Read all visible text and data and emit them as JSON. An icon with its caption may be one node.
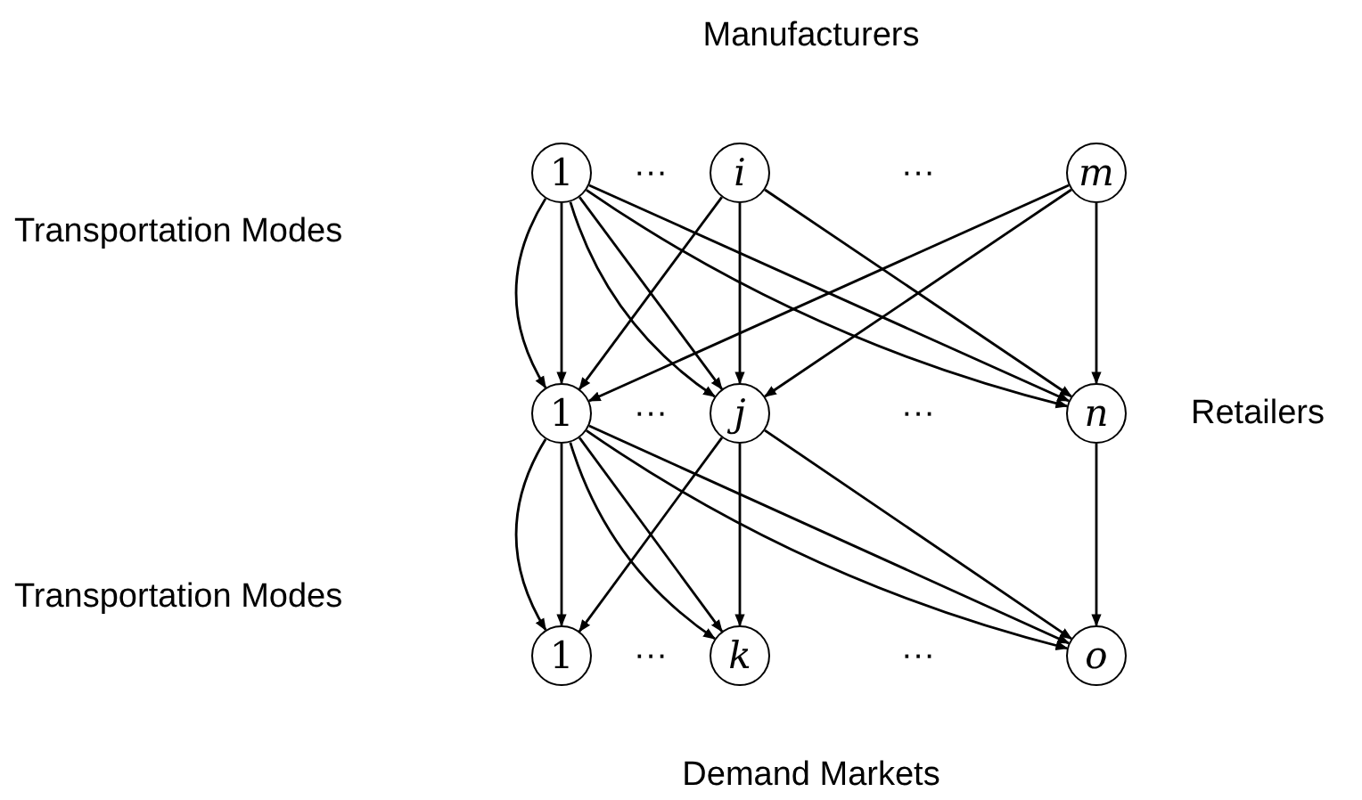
{
  "diagram": {
    "nodes": [
      {
        "text": [
          "1"
        ]
      },
      {
        "text": [
          "i"
        ]
      },
      {
        "text": [
          "m"
        ]
      },
      {
        "text": [
          "1"
        ]
      },
      {
        "text": [
          "j"
        ]
      },
      {
        "text": [
          "n"
        ]
      },
      {
        "text": [
          "1"
        ]
      },
      {
        "text": [
          "k"
        ]
      },
      {
        "text": [
          "o"
        ]
      }
    ],
    "edges": [
      {
        "from": 0,
        "to": 3,
        "arrow": "to"
      },
      {
        "from": 0,
        "to": 3,
        "arrow": "to"
      },
      {
        "from": 0,
        "to": 4,
        "arrow": "to"
      },
      {
        "from": 0,
        "to": 4,
        "arrow": "to"
      },
      {
        "from": 0,
        "to": 5,
        "arrow": "to"
      },
      {
        "from": 0,
        "to": 5,
        "arrow": "to"
      },
      {
        "from": 1,
        "to": 3,
        "arrow": "to"
      },
      {
        "from": 1,
        "to": 4,
        "arrow": "to"
      },
      {
        "from": 1,
        "to": 5,
        "arrow": "to"
      },
      {
        "from": 2,
        "to": 3,
        "arrow": "to"
      },
      {
        "from": 2,
        "to": 4,
        "arrow": "to"
      },
      {
        "from": 2,
        "to": 5,
        "arrow": "to"
      },
      {
        "from": 3,
        "to": 6,
        "arrow": "to"
      },
      {
        "from": 3,
        "to": 6,
        "arrow": "to"
      },
      {
        "from": 3,
        "to": 7,
        "arrow": "to"
      },
      {
        "from": 3,
        "to": 7,
        "arrow": "to"
      },
      {
        "from": 3,
        "to": 8,
        "arrow": "to"
      },
      {
        "from": 3,
        "to": 8,
        "arrow": "to"
      },
      {
        "from": 4,
        "to": 6,
        "arrow": "to"
      },
      {
        "from": 4,
        "to": 7,
        "arrow": "to"
      },
      {
        "from": 4,
        "to": 8,
        "arrow": "to"
      },
      {
        "from": 5,
        "to": 8,
        "arrow": "to"
      }
    ],
    "labels": [
      "Manufacturers",
      "···",
      "···",
      "Transportation Modes",
      "···",
      "···",
      "Retailers",
      "Transportation Modes",
      "···",
      "···",
      "Demand Markets"
    ]
  }
}
